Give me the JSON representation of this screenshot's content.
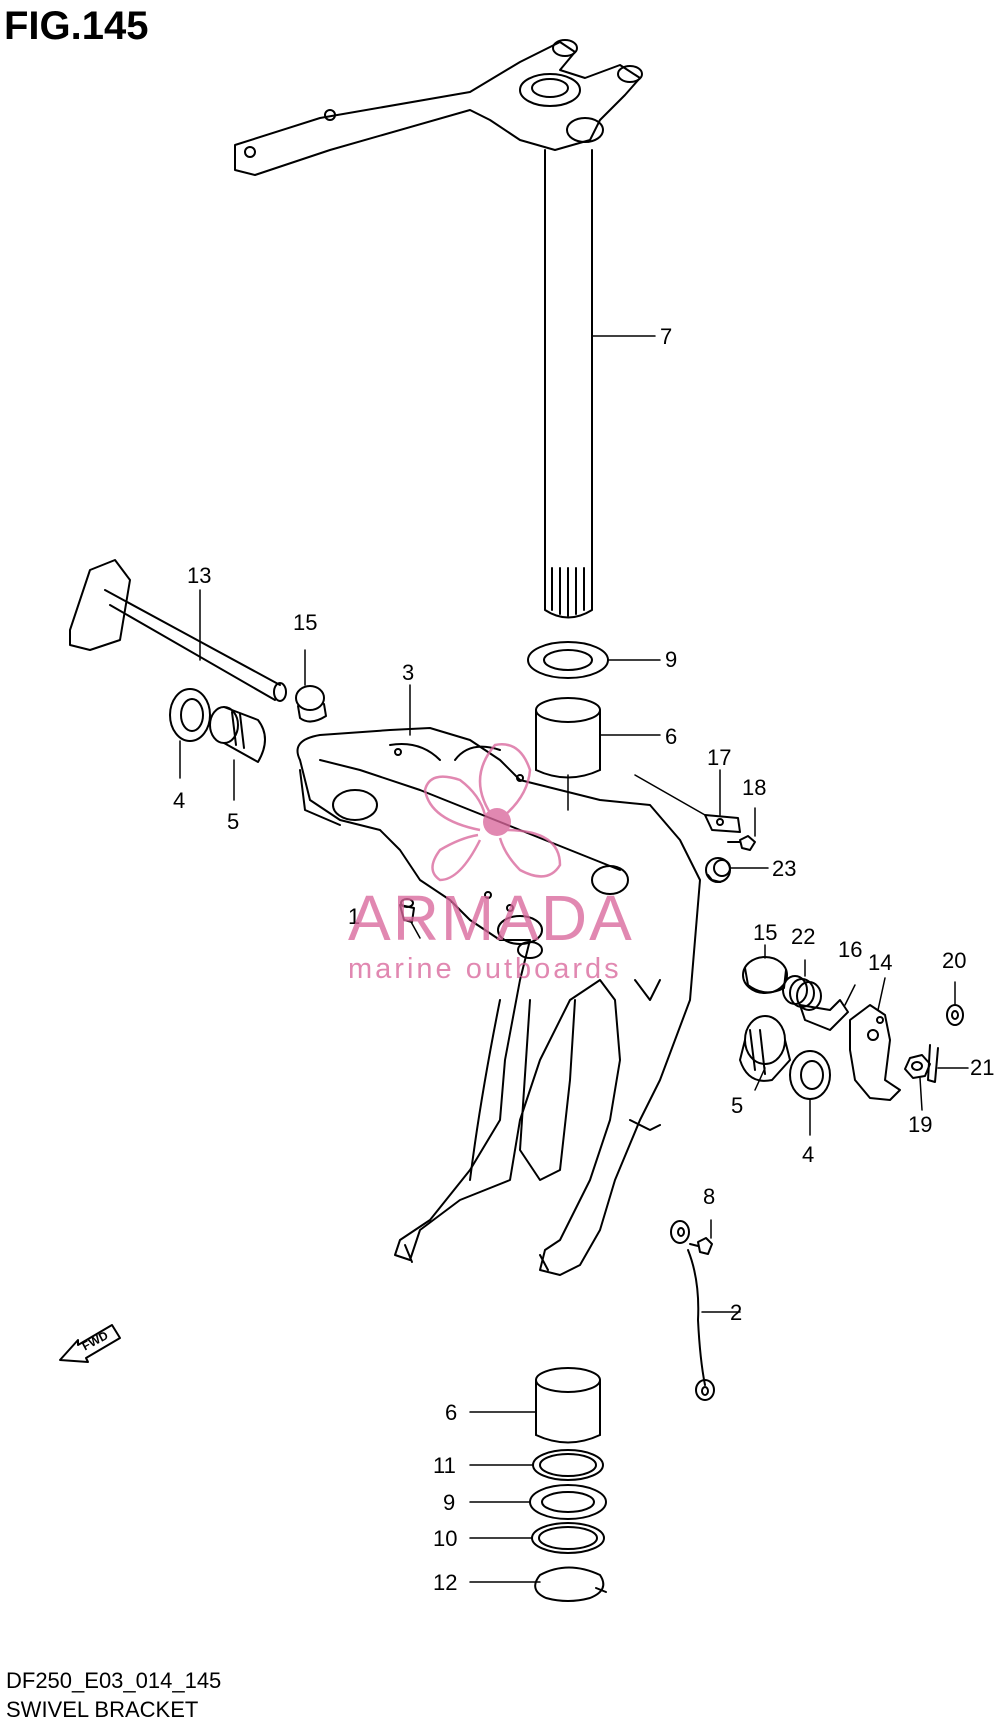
{
  "figure": {
    "title": "FIG.145",
    "code": "DF250_E03_014_145",
    "caption": "SWIVEL BRACKET"
  },
  "watermark": {
    "brand": "ARMADA",
    "tagline": "marine outboards",
    "accent_color": "#d9679c"
  },
  "fwd_marker": {
    "label": "FWD"
  },
  "callouts": [
    {
      "id": "c7",
      "label": "7"
    },
    {
      "id": "c13",
      "label": "13"
    },
    {
      "id": "c15a",
      "label": "15"
    },
    {
      "id": "c3",
      "label": "3"
    },
    {
      "id": "c9a",
      "label": "9"
    },
    {
      "id": "c6a",
      "label": "6"
    },
    {
      "id": "c17",
      "label": "17"
    },
    {
      "id": "c18",
      "label": "18"
    },
    {
      "id": "c4a",
      "label": "4"
    },
    {
      "id": "c5a",
      "label": "5"
    },
    {
      "id": "c23",
      "label": "23"
    },
    {
      "id": "c1",
      "label": "1"
    },
    {
      "id": "c15b",
      "label": "15"
    },
    {
      "id": "c22",
      "label": "22"
    },
    {
      "id": "c16",
      "label": "16"
    },
    {
      "id": "c14",
      "label": "14"
    },
    {
      "id": "c20",
      "label": "20"
    },
    {
      "id": "c21",
      "label": "21"
    },
    {
      "id": "c5b",
      "label": "5"
    },
    {
      "id": "c4b",
      "label": "4"
    },
    {
      "id": "c19",
      "label": "19"
    },
    {
      "id": "c8",
      "label": "8"
    },
    {
      "id": "c2",
      "label": "2"
    },
    {
      "id": "c6b",
      "label": "6"
    },
    {
      "id": "c11",
      "label": "11"
    },
    {
      "id": "c9b",
      "label": "9"
    },
    {
      "id": "c10",
      "label": "10"
    },
    {
      "id": "c12",
      "label": "12"
    }
  ]
}
